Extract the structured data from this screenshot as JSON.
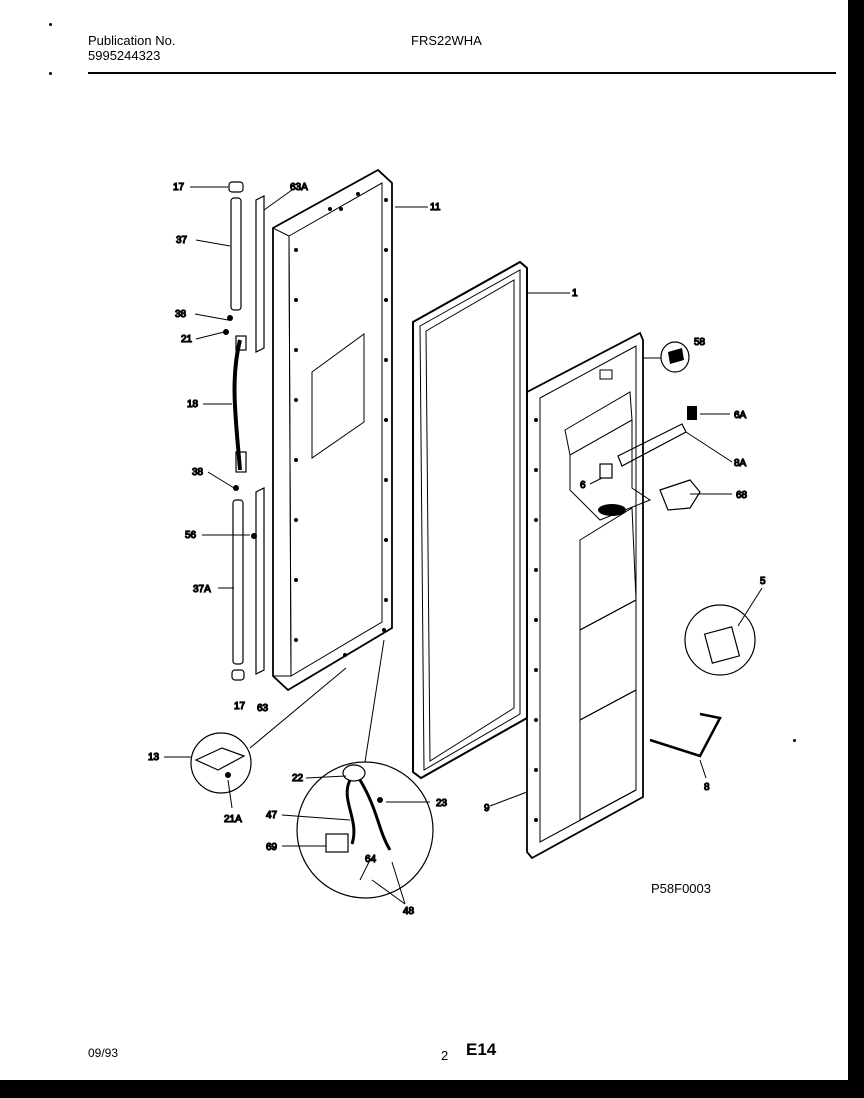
{
  "header": {
    "publication_label": "Publication No.",
    "publication_number": "5995244323",
    "model": "FRS22WHA"
  },
  "callouts": {
    "c17a": "17",
    "c63A": "63A",
    "c11": "11",
    "c37": "37",
    "c1": "1",
    "c38a": "38",
    "c21": "21",
    "c58": "58",
    "c18": "18",
    "c6A": "6A",
    "c8A": "8A",
    "c38b": "38",
    "c6": "6",
    "c68": "68",
    "c56": "56",
    "c37A": "37A",
    "c5": "5",
    "c17b": "17",
    "c63": "63",
    "c13": "13",
    "c8": "8",
    "c21A": "21A",
    "c22": "22",
    "c23": "23",
    "c9": "9",
    "c47": "47",
    "c69": "69",
    "c64": "64",
    "c48": "48"
  },
  "footer": {
    "drawing_code": "P58F0003",
    "date": "09/93",
    "page": "2",
    "section": "E14"
  }
}
